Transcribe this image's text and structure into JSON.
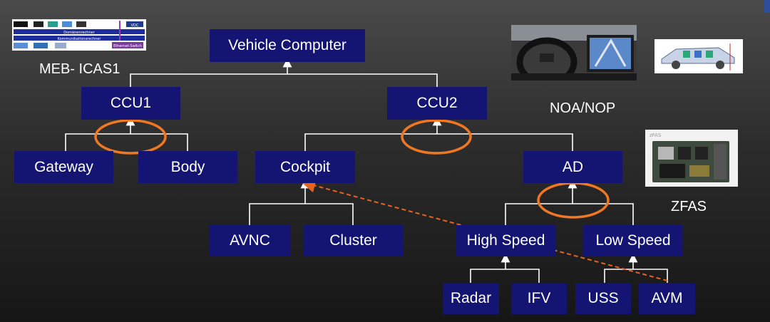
{
  "diagram": {
    "nodes": {
      "vehicle_computer": "Vehicle Computer",
      "ccu1": "CCU1",
      "ccu2": "CCU2",
      "gateway": "Gateway",
      "body": "Body",
      "cockpit": "Cockpit",
      "ad": "AD",
      "avnc": "AVNC",
      "cluster": "Cluster",
      "high_speed": "High Speed",
      "low_speed": "Low Speed",
      "radar": "Radar",
      "ifv": "IFV",
      "uss": "USS",
      "avm": "AVM"
    },
    "captions": {
      "meb_icas1": "MEB- ICAS1",
      "noa_nop": "NOA/NOP",
      "zfas": "ZFAS"
    },
    "thumbnail_text": {
      "meb_bar1": "Domänenrechner",
      "meb_bar2": "Kommunikationsrechner",
      "meb_bar3": "Ethernet-Switch",
      "meb_tag": "VDC",
      "zfas_brand": "zFAS"
    },
    "colors": {
      "node_fill": "#141473",
      "connector": "#ffffff",
      "highlight_ellipse": "#f07823",
      "dashed_arrow": "#e8641e"
    }
  }
}
